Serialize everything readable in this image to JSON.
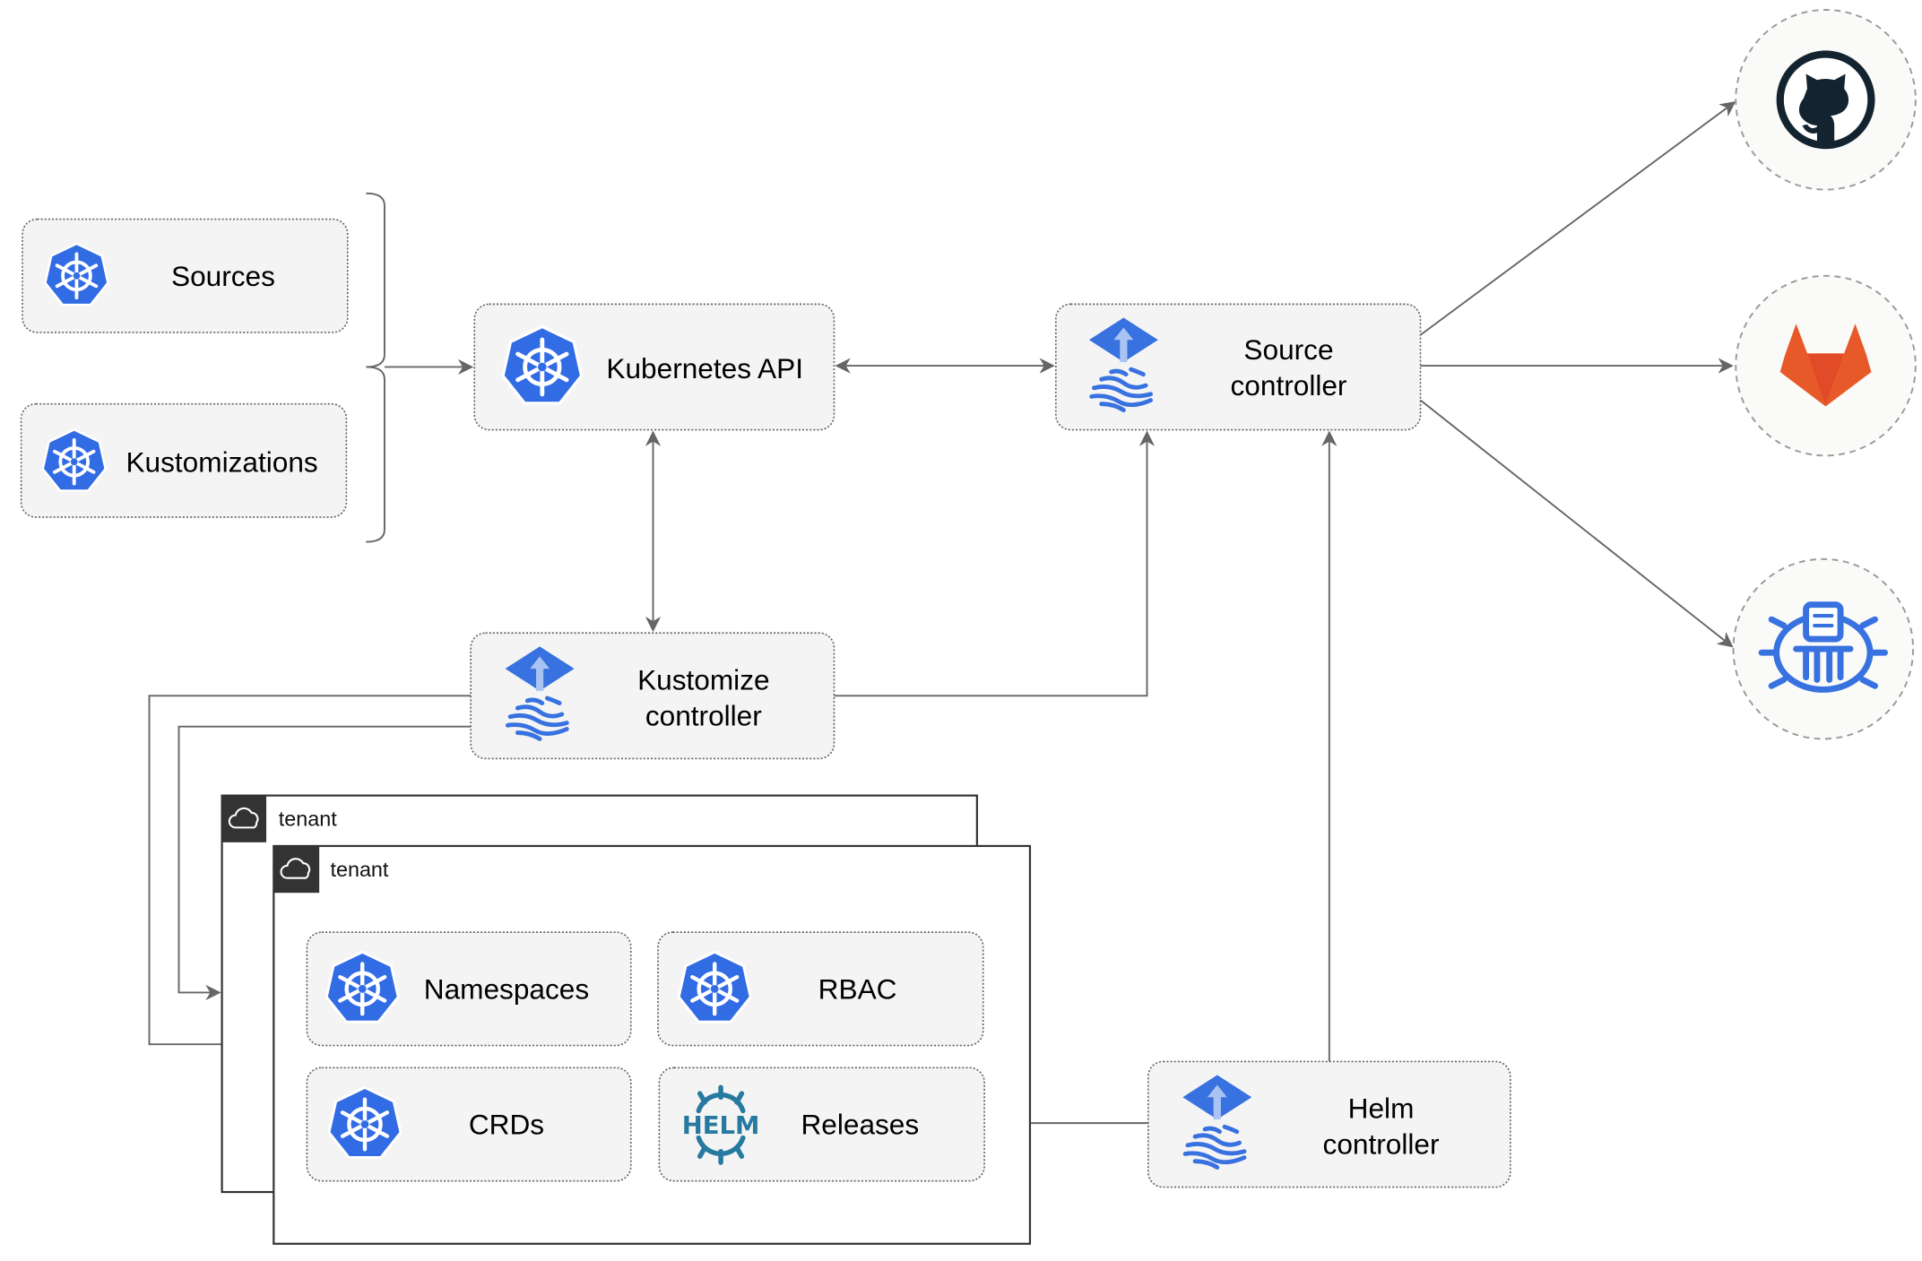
{
  "nodes": {
    "sources": "Sources",
    "kustomizations": "Kustomizations",
    "kubernetes_api": "Kubernetes API",
    "source_controller": [
      "Source",
      "controller"
    ],
    "kustomize_controller": [
      "Kustomize",
      "controller"
    ],
    "helm_controller": [
      "Helm",
      "controller"
    ],
    "namespaces": "Namespaces",
    "rbac": "RBAC",
    "crds": "CRDs",
    "releases": "Releases"
  },
  "tenants": [
    "tenant",
    "tenant"
  ],
  "icons": {
    "kubernetes": "kubernetes-icon",
    "flux": "flux-icon",
    "helm": "helm-icon",
    "helm_wordmark": "HELM",
    "github": "github-icon",
    "gitlab": "gitlab-icon",
    "bucket": "bucket-icon",
    "cloud": "cloud-icon"
  },
  "colors": {
    "kubernetes_blue": "#326ce5",
    "flux_blue": "#3871e0",
    "helm_teal": "#277a9f",
    "github_dark": "#13232f",
    "gitlab_orange": "#e8592a",
    "gitlab_light": "#fba23a",
    "edge": "#666666"
  }
}
